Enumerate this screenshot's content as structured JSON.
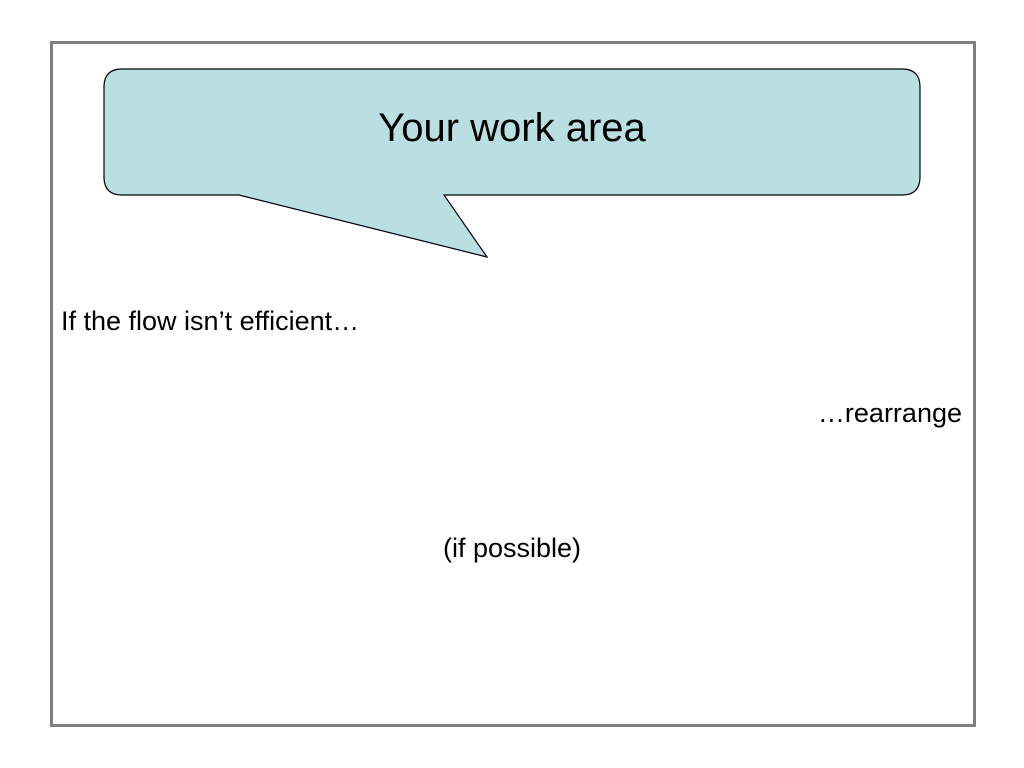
{
  "slide": {
    "callout_title": "Your work area",
    "line1": "If the flow isn’t efficient…",
    "line2": "…rearrange",
    "line3": "(if possible)"
  },
  "colors": {
    "callout_fill": "#b9dfe3",
    "frame_border": "#7f7f7f"
  }
}
